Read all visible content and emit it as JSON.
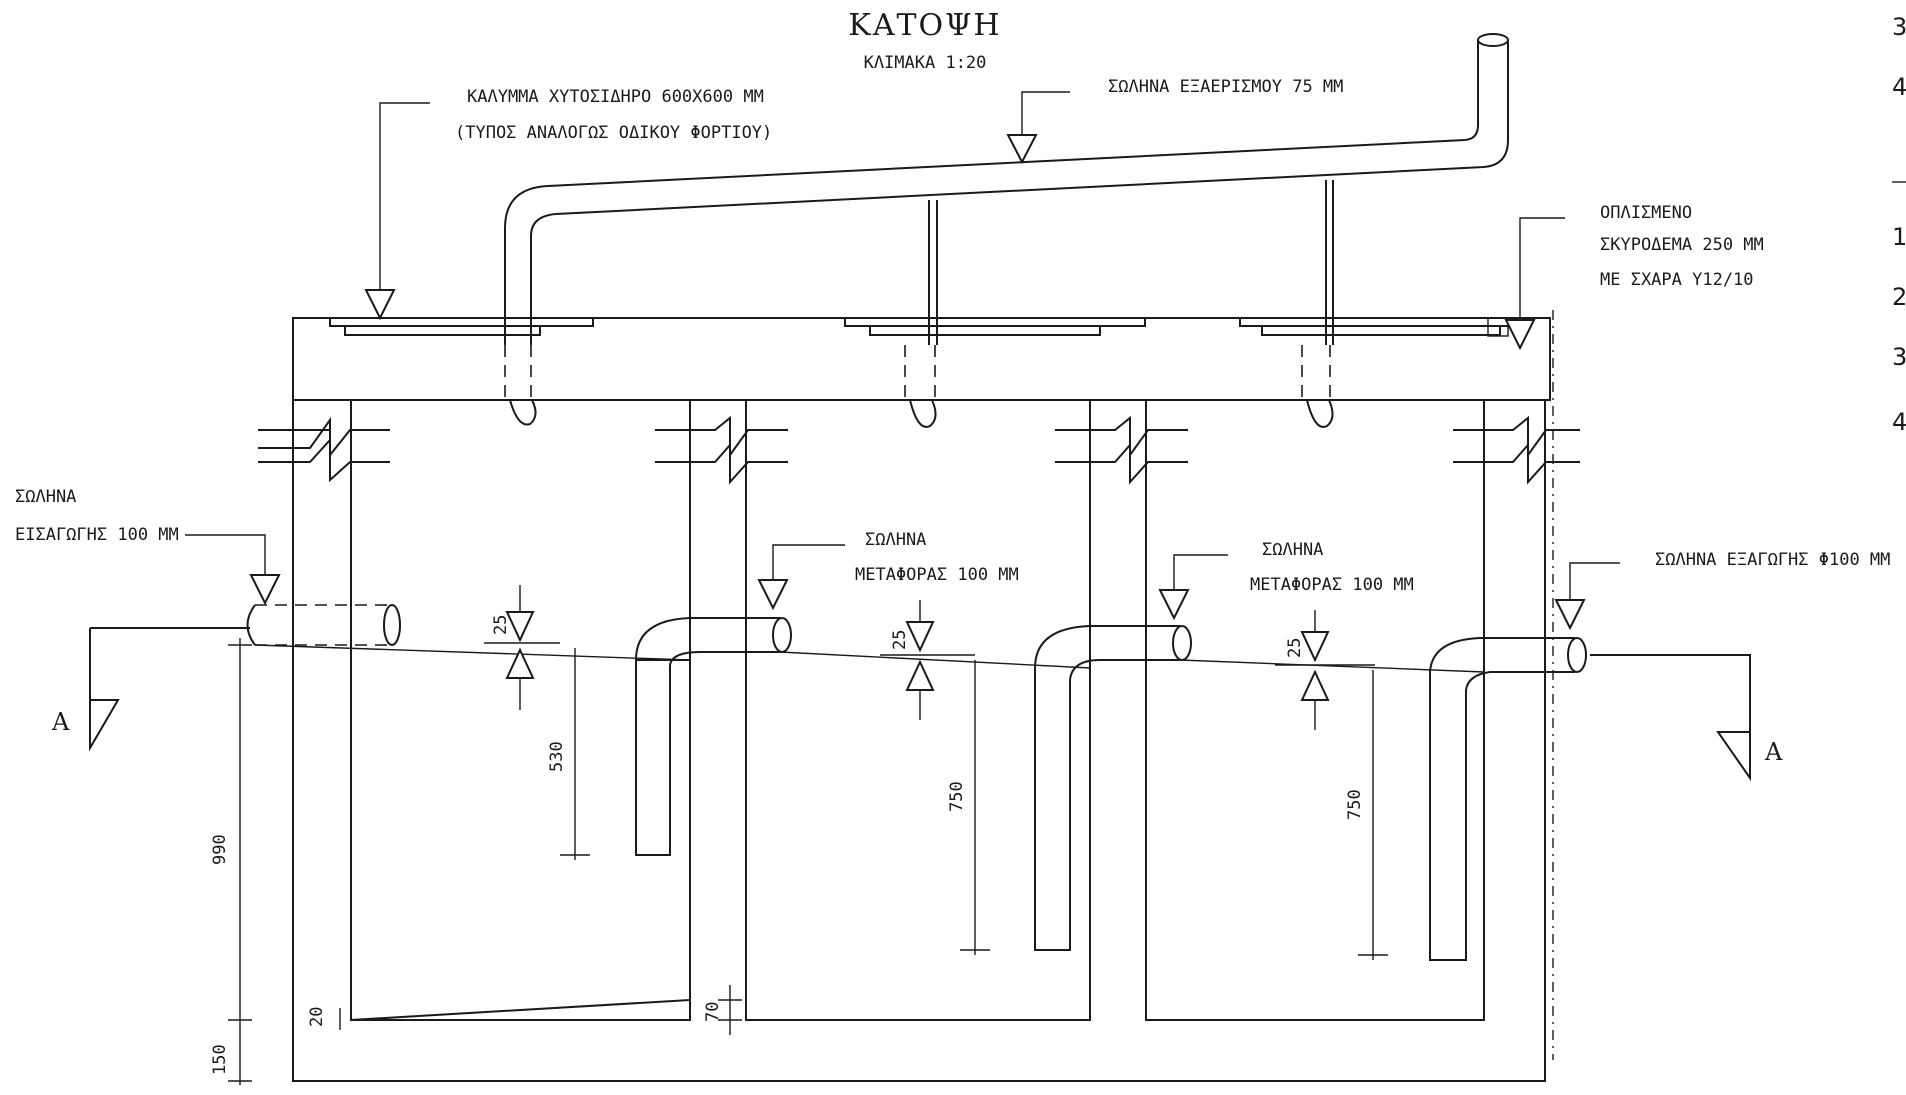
{
  "title": "ΚΑΤΟΨΗ",
  "scale": "ΚΛΙΜΑΚΑ 1:20",
  "labels": {
    "cover_line1": "ΚΑΛΥΜΜΑ ΧΥΤΟΣΙΔΗΡΟ 600Χ600 ΜΜ",
    "cover_line2": "(ΤΥΠΟΣ ΑΝΑΛΟΓΩΣ ΟΔΙΚΟΥ ΦΟΡΤΙΟΥ)",
    "vent": "ΣΩΛΗΝΑ ΕΞΑΕΡΙΣΜΟΥ 75 ΜΜ",
    "concrete_line1": "ΟΠΛΙΣΜΕΝΟ",
    "concrete_line2": "ΣΚΥΡΟΔΕΜΑ 250 ΜΜ",
    "concrete_line3": "ΜΕ ΣΧΑΡΑ Υ12/10",
    "inlet_line1": "ΣΩΛΗΝΑ",
    "inlet_line2": "ΕΙΣΑΓΩΓΗΣ 100 ΜΜ",
    "transfer1_line1": "ΣΩΛΗΝΑ",
    "transfer1_line2": "ΜΕΤΑΦΟΡΑΣ 100 ΜΜ",
    "transfer2_line1": "ΣΩΛΗΝΑ",
    "transfer2_line2": "ΜΕΤΑΦΟΡΑΣ 100 ΜΜ",
    "outlet": "ΣΩΛΗΝΑ ΕΞΑΓΩΓΗΣ Φ100 ΜΜ",
    "section_left": "Α",
    "section_right": "Α"
  },
  "dimensions": {
    "d25a": "25",
    "d25b": "25",
    "d25c": "25",
    "d530": "530",
    "d750a": "750",
    "d750b": "750",
    "d990": "990",
    "d150": "150",
    "d20": "20",
    "d70": "70"
  },
  "edge_numbers": [
    "3",
    "4",
    "1",
    "2",
    "3",
    "4"
  ]
}
